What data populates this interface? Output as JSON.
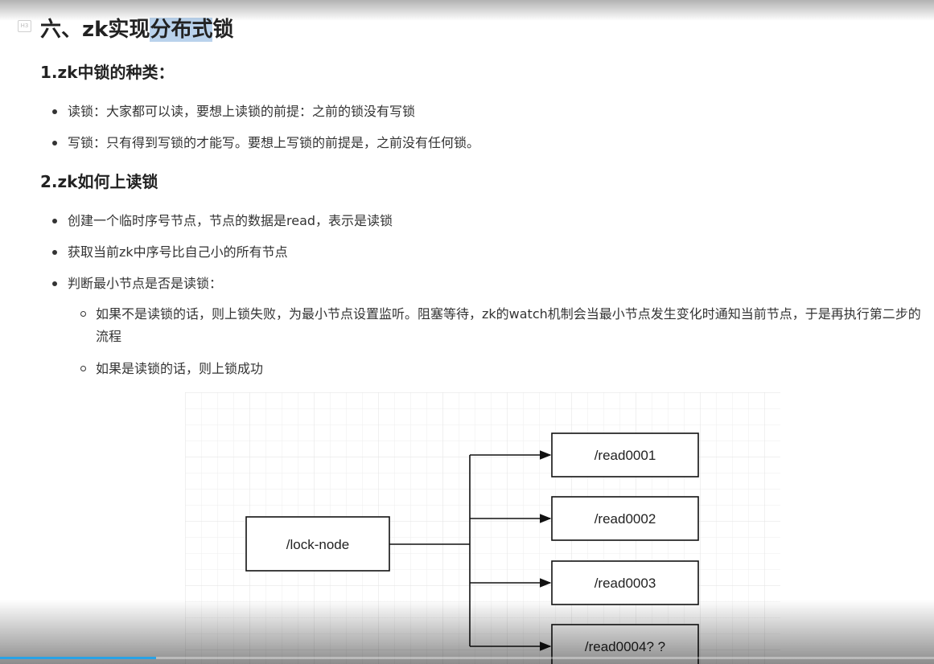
{
  "heading": {
    "marker": "H3",
    "prefix": "六、zk实现",
    "highlight": "分布式",
    "suffix": "锁"
  },
  "section1": {
    "title": "1.zk中锁的种类：",
    "items": [
      "读锁：大家都可以读，要想上读锁的前提：之前的锁没有写锁",
      "写锁：只有得到写锁的才能写。要想上写锁的前提是，之前没有任何锁。"
    ]
  },
  "section2": {
    "title": "2.zk如何上读锁",
    "items": [
      "创建一个临时序号节点，节点的数据是read，表示是读锁",
      "获取当前zk中序号比自己小的所有节点",
      "判断最小节点是否是读锁："
    ],
    "subitems": [
      "如果不是读锁的话，则上锁失败，为最小节点设置监听。阻塞等待，zk的watch机制会当最小节点发生变化时通知当前节点，于是再执行第二步的流程",
      "如果是读锁的话，则上锁成功"
    ]
  },
  "diagram": {
    "lock_node": "/lock-node",
    "children": [
      "/read0001",
      "/read0002",
      "/read0003",
      "/read0004? ?"
    ]
  },
  "player": {
    "progress": 0.167,
    "accent_color": "#29a3e6"
  },
  "colors": {
    "highlight": "#b9d2ec",
    "text": "#333333"
  }
}
